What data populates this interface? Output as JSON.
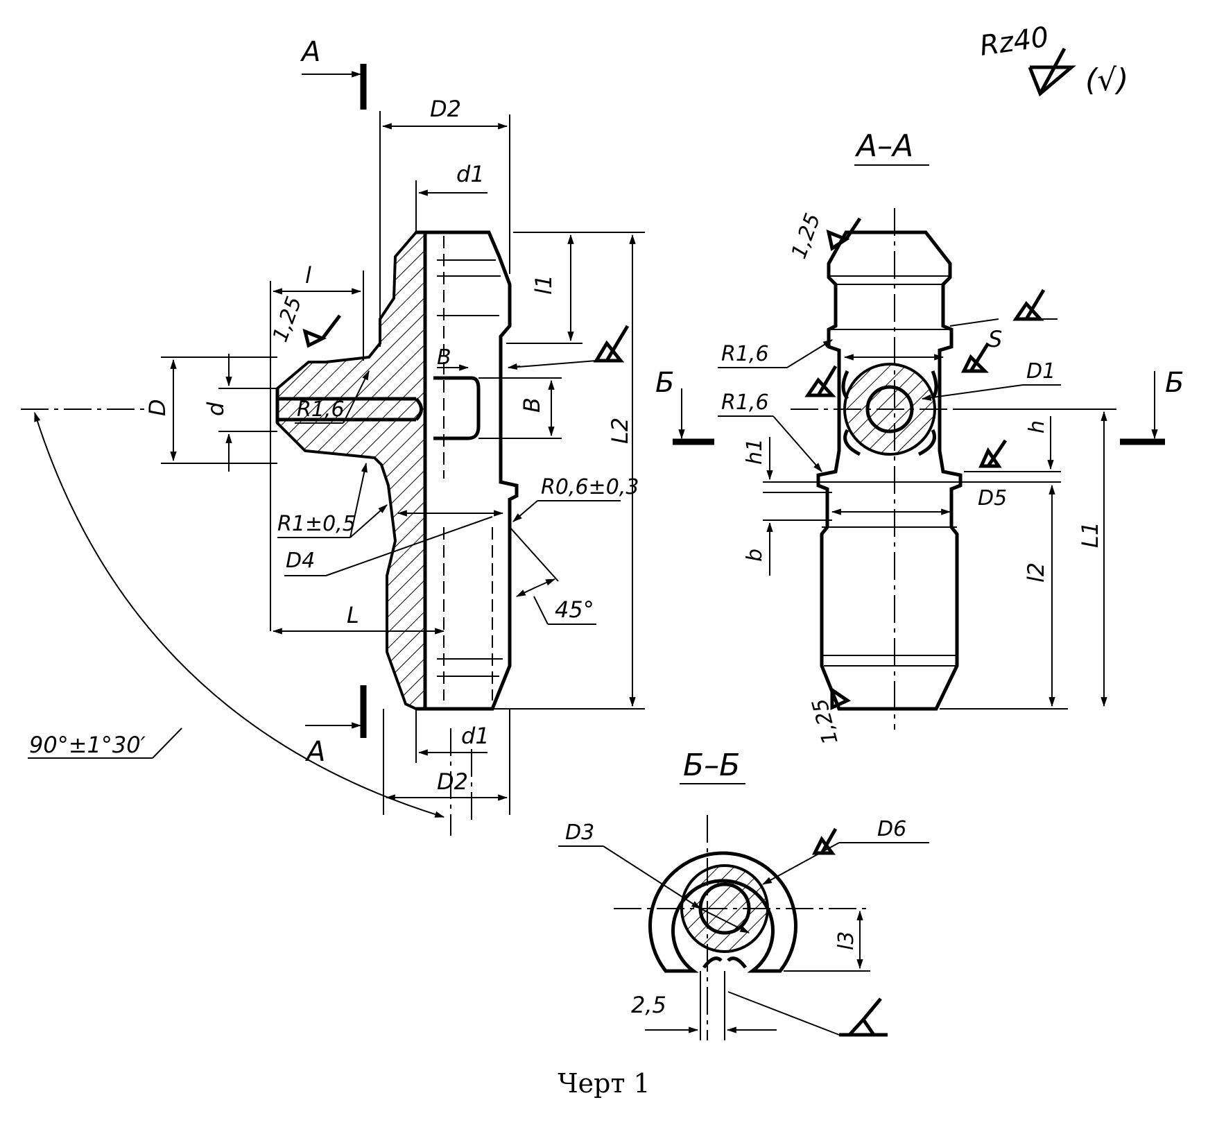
{
  "roughness": {
    "main": "Rz40",
    "other": "(√)"
  },
  "section_marks": {
    "a": "А",
    "b": "Б"
  },
  "section_titles": {
    "aa": "А–А",
    "bb": "Б–Б"
  },
  "dims_main": {
    "D2_top": "D2",
    "d1_top": "d1",
    "l": "l",
    "l1": "l1",
    "L2": "L2",
    "B_small": "B",
    "B_big": "B",
    "D": "D",
    "d": "d",
    "R16": "R1,6",
    "R1": "R1±0,5",
    "R06": "R0,6±0,3",
    "D4": "D4",
    "L": "L",
    "angle45": "45°",
    "d1_bottom": "d1",
    "D2_bottom": "D2",
    "angle90": "90°±1°30′",
    "rough125": "1,25"
  },
  "dims_aa": {
    "rough125_top": "1,25",
    "R16_a": "R1,6",
    "S": "S",
    "D1": "D1",
    "R16_b": "R1,6",
    "h1": "h1",
    "h": "h",
    "D5": "D5",
    "b": "b",
    "l2": "l2",
    "L1": "L1",
    "rough125_bottom": "1,25"
  },
  "dims_bb": {
    "D3": "D3",
    "D6": "D6",
    "l3": "l3",
    "w25": "2,5"
  },
  "caption": "Черт 1"
}
